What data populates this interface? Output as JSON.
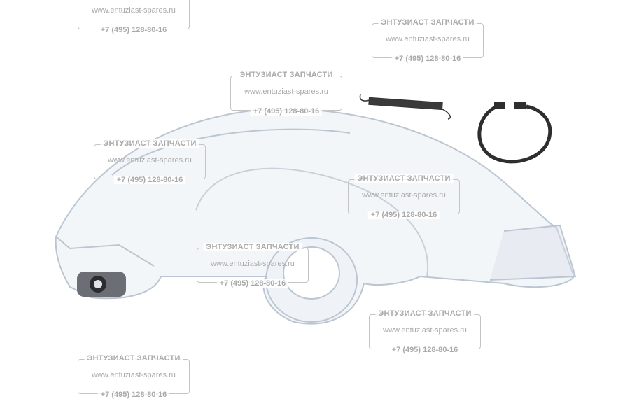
{
  "watermark": {
    "title": "ЭНТУЗИАСТ ЗАПЧАСТИ",
    "url": "www.entuziast-spares.ru",
    "phone": "+7 (495) 128-80-16"
  }
}
